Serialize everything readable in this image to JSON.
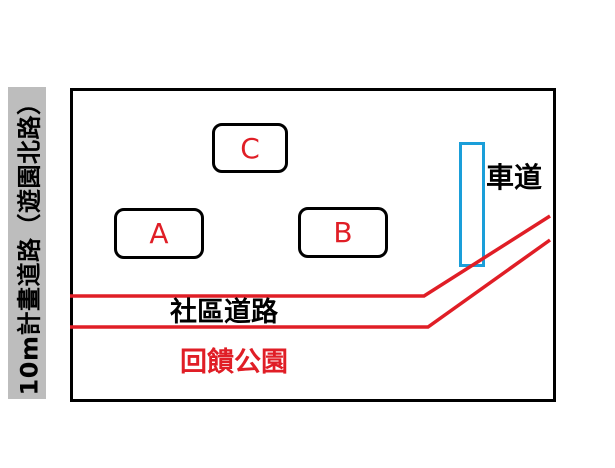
{
  "labels": {
    "side_road": "10m計畫道路（遊園北路）",
    "building_a": "A",
    "building_b": "B",
    "building_c": "C",
    "driveway": "車道",
    "community_road": "社區道路",
    "park": "回饋公園"
  },
  "colors": {
    "frame": "#000000",
    "road_line": "#e01e26",
    "driveway_box": "#1a9ed9",
    "side_strip": "#bdbdbd"
  }
}
